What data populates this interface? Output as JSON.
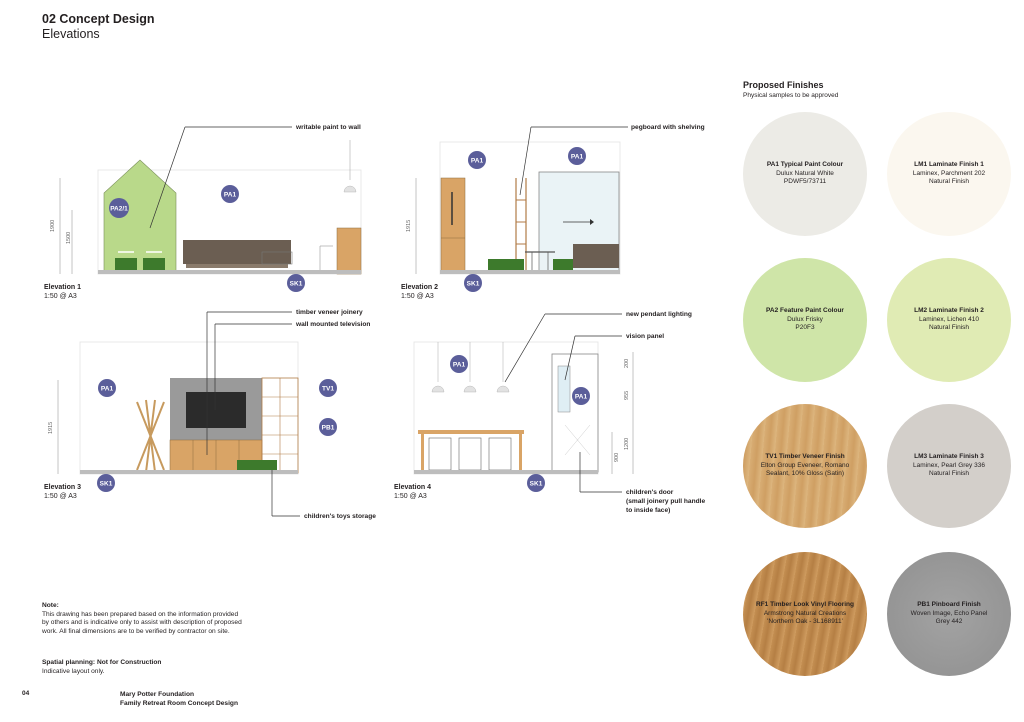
{
  "header": {
    "title": "02 Concept Design",
    "subtitle": "Elevations"
  },
  "elevations": [
    {
      "name": "Elevation 1",
      "scale": "1:50 @ A3"
    },
    {
      "name": "Elevation 2",
      "scale": "1:50 @ A3"
    },
    {
      "name": "Elevation 3",
      "scale": "1:50 @ A3"
    },
    {
      "name": "Elevation 4",
      "scale": "1:50 @ A3"
    }
  ],
  "callouts": {
    "writable_paint": "writable paint to wall",
    "pegboard": "pegboard with shelving",
    "timber_joinery": "timber veneer joinery",
    "wall_tv": "wall mounted television",
    "toys_storage": "children's toys storage",
    "pendant": "new pendant lighting",
    "vision_panel": "vision panel",
    "door_line1": "children's door",
    "door_line2": "(small joinery pull handle",
    "door_line3": "to inside face)"
  },
  "tags": {
    "pa1": "PA1",
    "pa2": "PA2/1",
    "sk1": "SK1",
    "tv1": "TV1",
    "pb1": "PB1"
  },
  "dimensions": {
    "d1900": "1900",
    "d1500": "1500",
    "d1915": "1915",
    "d200": "200",
    "d955": "955",
    "d900": "900",
    "d1200": "1200"
  },
  "finishes": {
    "title": "Proposed Finishes",
    "subtitle": "Physical samples to be approved",
    "items": [
      {
        "name": "PA1 Typical Paint Colour",
        "line1": "Dulux Natural White",
        "line2": "PDWF5/73711",
        "color": "#ecebe6"
      },
      {
        "name": "LM1 Laminate Finish 1",
        "line1": "Laminex, Parchment 202",
        "line2": "Natural Finish",
        "color": "#fbf7ef"
      },
      {
        "name": "PA2 Feature Paint Colour",
        "line1": "Dulux Frisky",
        "line2": "P20F3",
        "color": "#cfe5a8"
      },
      {
        "name": "LM2 Laminate Finish 2",
        "line1": "Laminex, Lichen 410",
        "line2": "Natural Finish",
        "color": "#e0ebb4"
      },
      {
        "name": "TV1 Timber Veneer Finish",
        "line1": "Elton Group Eveneer, Romano",
        "line2": "Sealant, 10% Gloss (Satin)",
        "color": "#d8ad74"
      },
      {
        "name": "LM3 Laminate Finish 3",
        "line1": "Laminex, Pearl Grey 336",
        "line2": "Natural Finish",
        "color": "#d3cfca"
      },
      {
        "name": "RF1 Timber Look Vinyl Flooring",
        "line1": "Armstrong Natural Creations",
        "line2": "'Northern Oak - 3L168911'",
        "color": "#c48f52"
      },
      {
        "name": "PB1 Pinboard Finish",
        "line1": "Woven Image, Echo Panel",
        "line2": "Grey 442",
        "color": "#9c9c9c"
      }
    ]
  },
  "note": {
    "heading": "Note:",
    "body": "This drawing has been prepared based on the information provided by others and is indicative only to assist with description of proposed work. All final dimensions are to be verified by contractor on site.",
    "spatial_heading": "Spatial planning: Not for Construction",
    "spatial_body": "Indicative layout only."
  },
  "footer": {
    "page": "04",
    "client": "Mary Potter Foundation",
    "project": "Family Retreat Room Concept Design"
  }
}
